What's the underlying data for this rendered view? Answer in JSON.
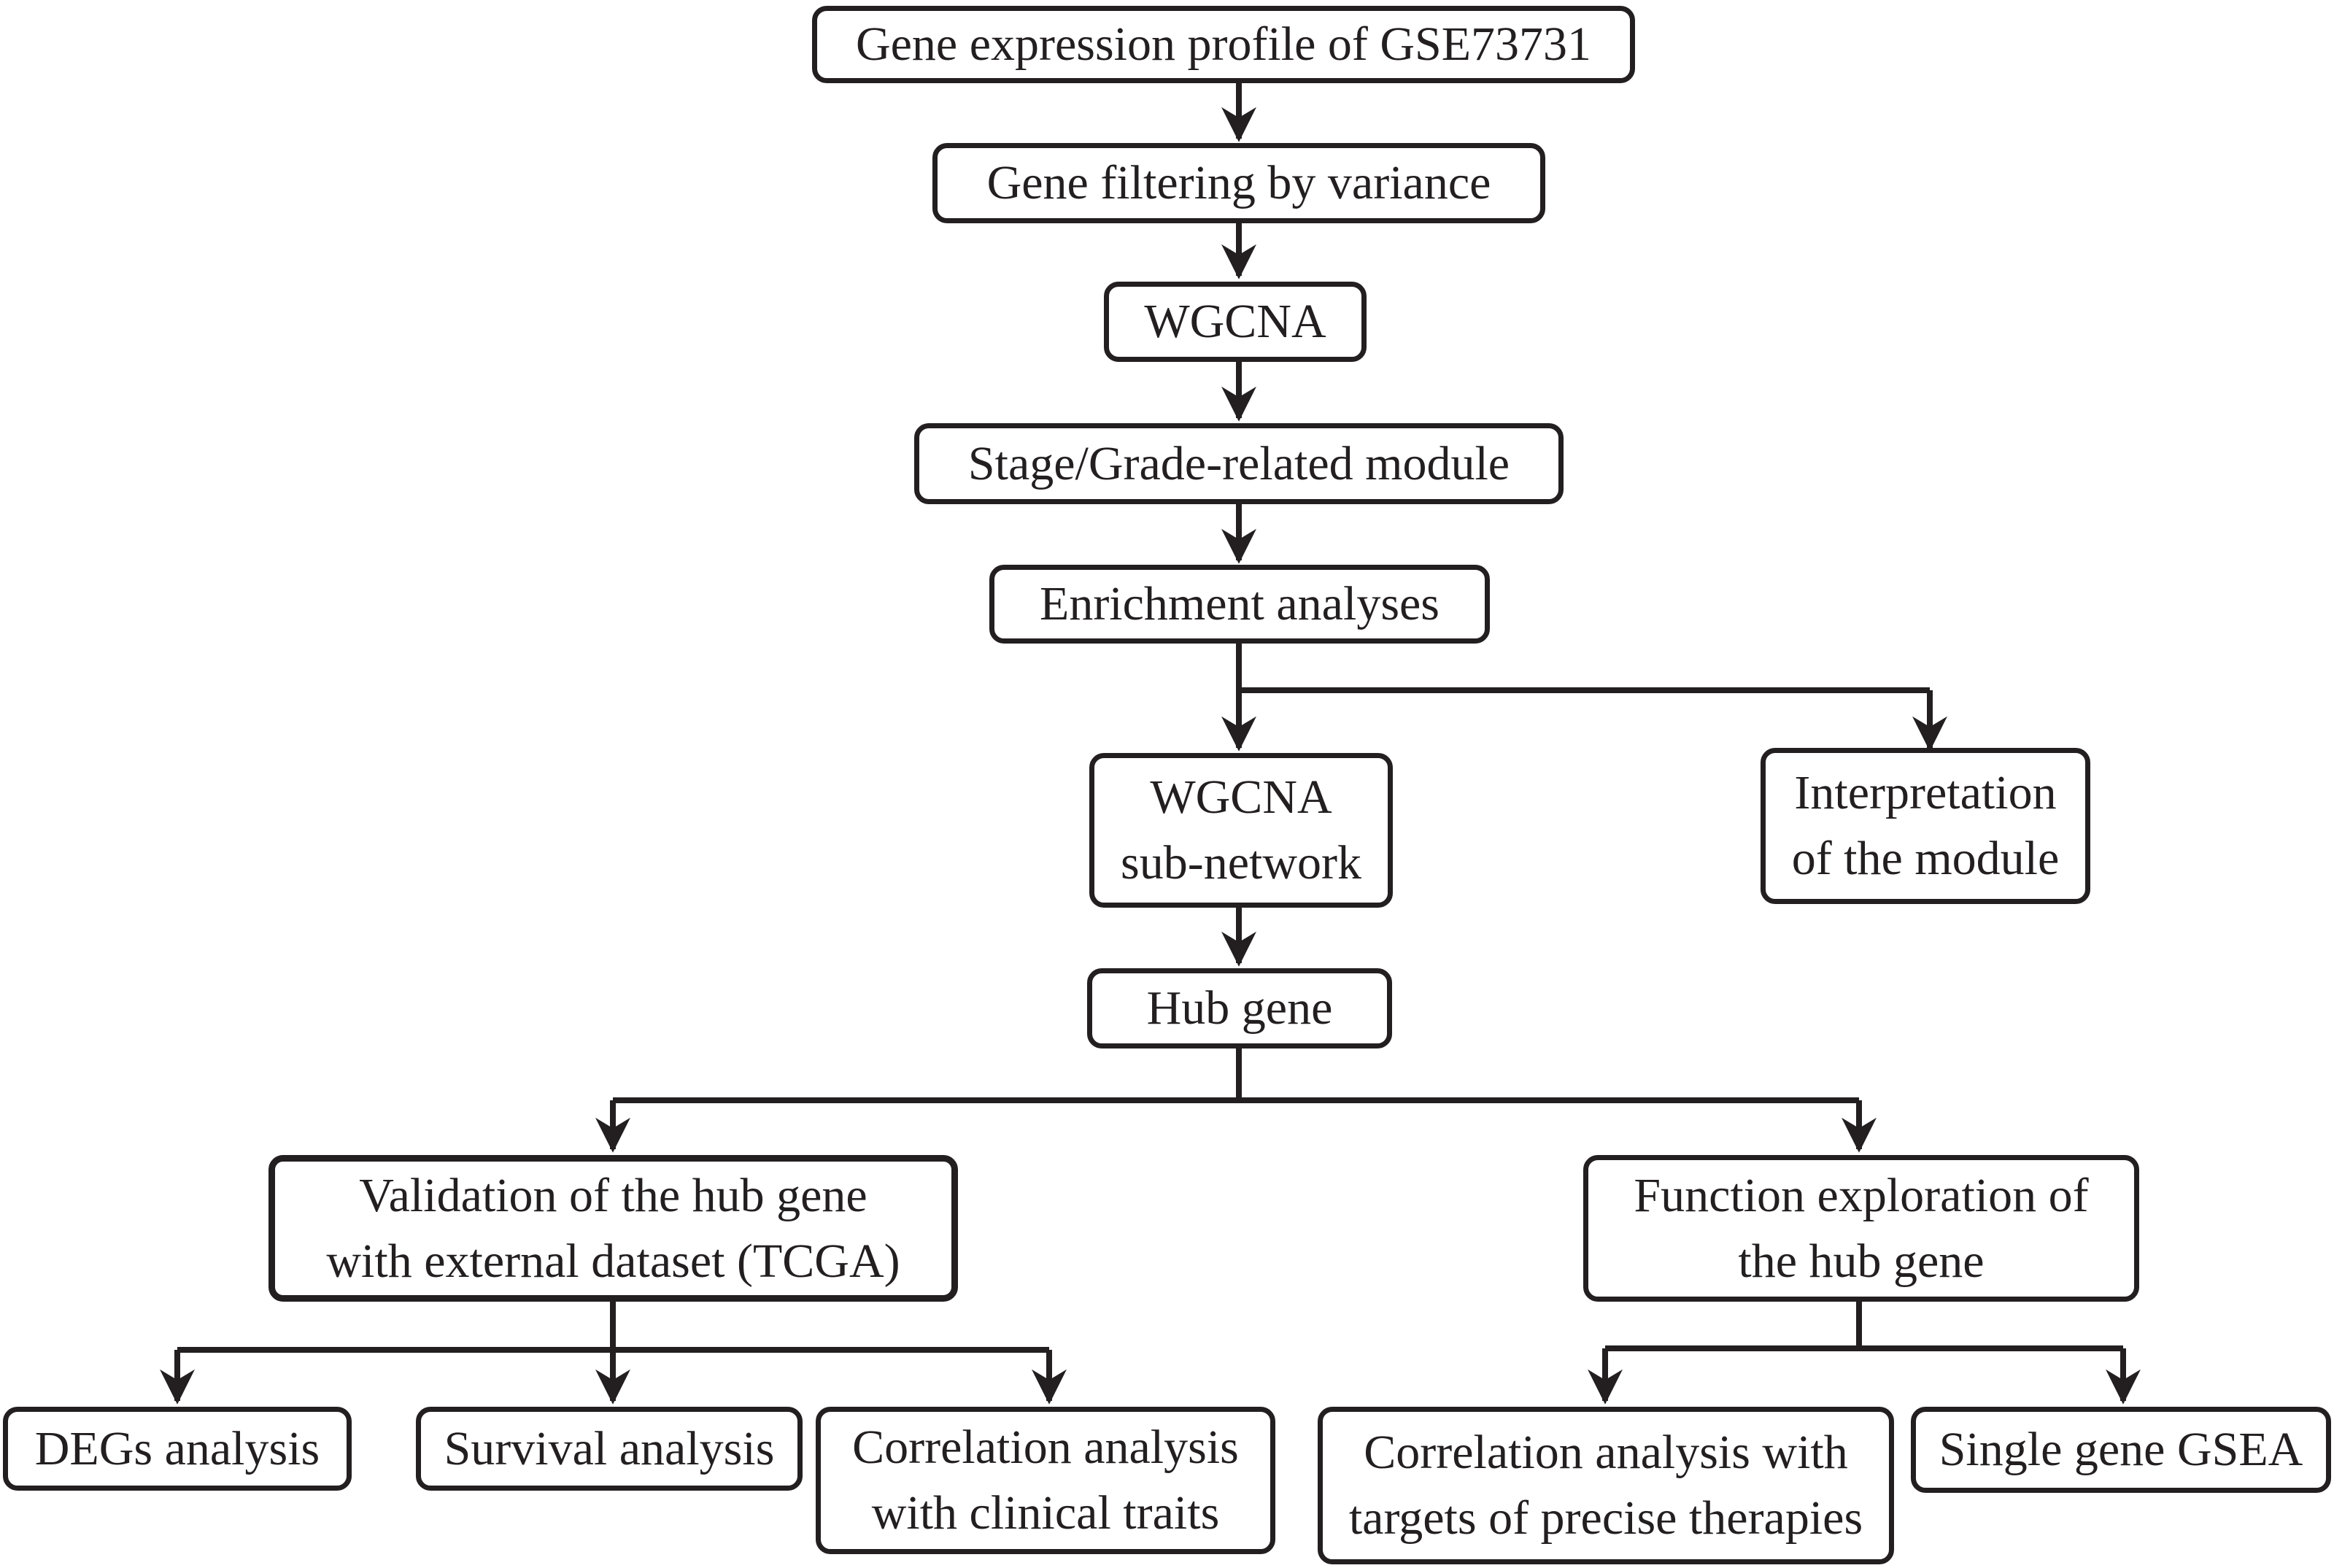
{
  "colors": {
    "stroke": "#231f20",
    "background": "#ffffff"
  },
  "nodes": {
    "gene_expression_profile": "Gene expression profile of GSE73731",
    "gene_filtering": "Gene filtering by variance",
    "wgcna": "WGCNA",
    "stage_grade_module": "Stage/Grade-related module",
    "enrichment_analyses": "Enrichment analyses",
    "wgcna_subnetwork": "WGCNA\nsub-network",
    "interpretation_module": "Interpretation\nof the module",
    "hub_gene": "Hub gene",
    "validation_hub_gene": "Validation of the hub gene\nwith external dataset (TCGA)",
    "function_exploration": "Function exploration of\nthe hub gene",
    "degs_analysis": "DEGs analysis",
    "survival_analysis": "Survival analysis",
    "correlation_clinical": "Correlation analysis\nwith clinical traits",
    "correlation_targets": "Correlation analysis with\ntargets of precise therapies",
    "single_gene_gsea": "Single gene GSEA"
  }
}
